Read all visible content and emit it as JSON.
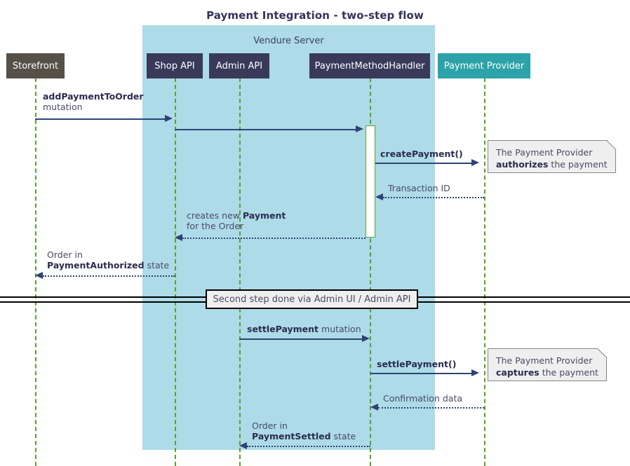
{
  "title": "Payment Integration - two-step flow",
  "colors": {
    "group_bg": "#addbe8",
    "participant_dark": "#393a5a",
    "participant_gray": "#565049",
    "participant_teal": "#2ba3a8",
    "lifeline": "#5aa02c",
    "arrow": "#2d4374",
    "note_bg": "#efefef",
    "title_text": "#33335c"
  },
  "group": {
    "label": "Vendure Server"
  },
  "participants": [
    {
      "id": "storefront",
      "label": "Storefront",
      "style": "gray"
    },
    {
      "id": "shop-api",
      "label": "Shop API",
      "style": "dark"
    },
    {
      "id": "admin-api",
      "label": "Admin API",
      "style": "dark"
    },
    {
      "id": "pmh",
      "label": "PaymentMethodHandler",
      "style": "dark"
    },
    {
      "id": "provider",
      "label": "Payment Provider",
      "style": "teal"
    }
  ],
  "messages": [
    {
      "id": "add-payment-to-order",
      "from": "storefront",
      "to": "shop-api",
      "kind": "solid",
      "direction": "right",
      "label_bold": "addPaymentToOrder",
      "label_rest": "mutation",
      "two_line": true
    },
    {
      "id": "shop-api-to-handler",
      "from": "shop-api",
      "to": "pmh",
      "kind": "solid",
      "direction": "right",
      "label_bold": "",
      "label_rest": ""
    },
    {
      "id": "create-payment",
      "from": "pmh",
      "to": "provider",
      "kind": "solid",
      "direction": "right",
      "label_bold": "createPayment()",
      "label_rest": ""
    },
    {
      "id": "transaction-id",
      "from": "provider",
      "to": "pmh",
      "kind": "dotted",
      "direction": "left",
      "label_bold": "",
      "label_rest": "Transaction ID"
    },
    {
      "id": "creates-new-payment",
      "from": "pmh",
      "to": "shop-api",
      "kind": "dotted",
      "direction": "left",
      "label_line1_pre": "creates new ",
      "label_line1_bold": "Payment",
      "label_line2": "for the Order"
    },
    {
      "id": "order-payment-authorized",
      "from": "shop-api",
      "to": "storefront",
      "kind": "dotted",
      "direction": "left",
      "label_line1": "Order in",
      "label_line2_bold": "PaymentAuthorized",
      "label_line2_rest": " state"
    },
    {
      "id": "settle-payment-mutation",
      "from": "admin-api",
      "to": "admin-api",
      "kind": "solid",
      "direction": "right",
      "label_bold": "settlePayment",
      "label_rest": " mutation"
    },
    {
      "id": "settle-payment-call",
      "from": "pmh",
      "to": "provider",
      "kind": "solid",
      "direction": "right",
      "label_bold": "settlePayment()",
      "label_rest": ""
    },
    {
      "id": "confirmation-data",
      "from": "provider",
      "to": "pmh",
      "kind": "dotted",
      "direction": "left",
      "label_bold": "",
      "label_rest": "Confirmation data"
    },
    {
      "id": "order-payment-settled",
      "from": "admin-api",
      "to": "admin-api",
      "kind": "dotted",
      "direction": "left",
      "label_line1": "Order in",
      "label_line2_bold": "PaymentSettled",
      "label_line2_rest": " state"
    }
  ],
  "notes": [
    {
      "id": "note-authorizes",
      "line1": "The Payment Provider",
      "line2_bold": "authorizes",
      "line2_rest": " the payment"
    },
    {
      "id": "note-captures",
      "line1": "The Payment Provider",
      "line2_bold": "captures",
      "line2_rest": " the payment"
    }
  ],
  "divider": {
    "label": "Second step done via Admin UI / Admin API"
  }
}
